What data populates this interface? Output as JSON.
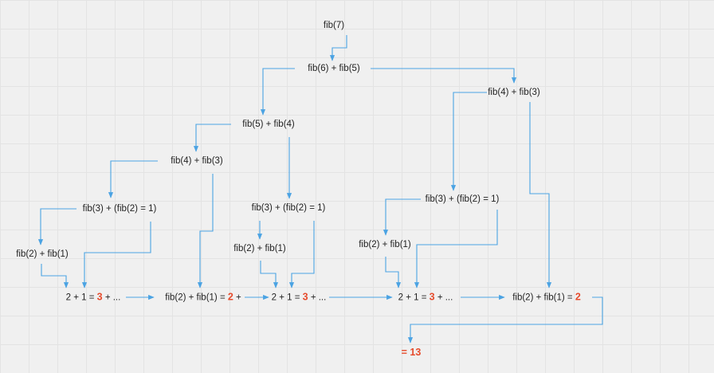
{
  "nodes": {
    "n_fib7": "fib(7)",
    "n_fib6_fib5": "fib(6)   +  fib(5)",
    "n_r_fib4_fib3": "fib(4) + fib(3)",
    "n_fib5_fib4": "fib(5) + fib(4)",
    "n_l_fib4_fib3": "fib(4) + fib(3)",
    "n_a_fib3_fib2": "fib(3) + (fib(2) = 1)",
    "n_b_fib3_fib2": "fib(3) + (fib(2) = 1)",
    "n_c_fib3_fib2": "fib(3) + (fib(2) = 1)",
    "n_a_fib2_fib1": "fib(2) + fib(1)",
    "n_b_fib2_fib1": "fib(2) + fib(1)",
    "n_c_fib2_fib1": "fib(2) + fib(1)"
  },
  "results": {
    "r1": {
      "pre": "2 + 1 = ",
      "hl": "3",
      "post": " + ..."
    },
    "r2": {
      "pre": "fib(2) + fib(1) = ",
      "hl": "2",
      "post": " +"
    },
    "r3": {
      "pre": "2 + 1 = ",
      "hl": "3",
      "post": " + ..."
    },
    "r4": {
      "pre": "2 + 1 = ",
      "hl": "3",
      "post": " + ..."
    },
    "r5": {
      "pre": "fib(2) + fib(1) = ",
      "hl": "2",
      "post": ""
    }
  },
  "final": "= 13",
  "colors": {
    "edge": "#4ba3e3",
    "highlight": "#e64b2c",
    "text": "#222222"
  }
}
